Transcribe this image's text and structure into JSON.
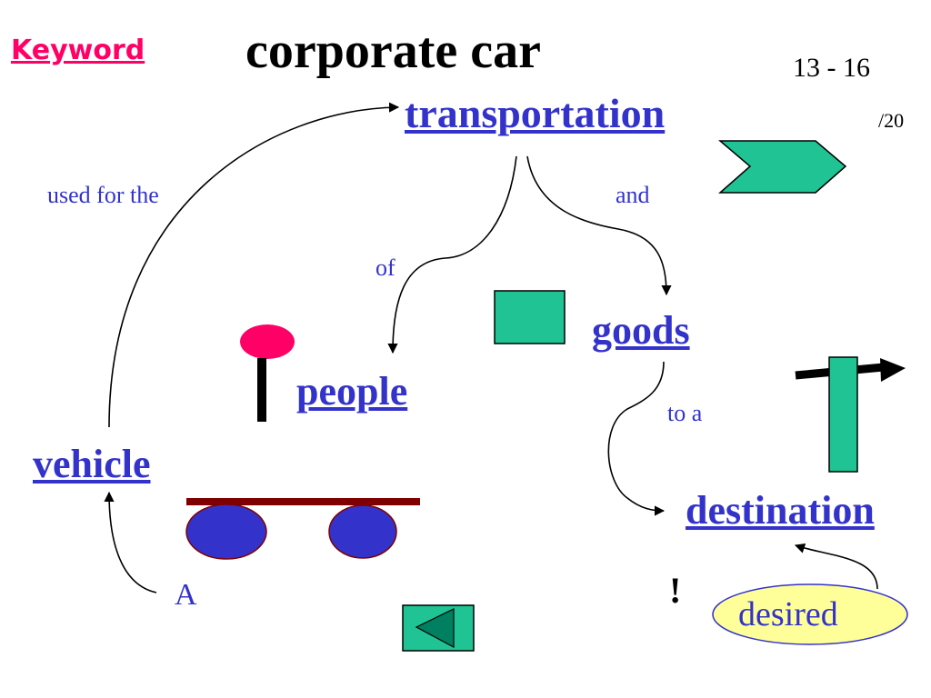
{
  "header": {
    "keyword": "Keyword",
    "title": "corporate car",
    "page_number": "13 - 16",
    "page_total": "/20"
  },
  "nodes": {
    "transportation": "transportation",
    "goods": "goods",
    "people": "people",
    "vehicle": "vehicle",
    "destination": "destination"
  },
  "edge_labels": {
    "used_for_the": "used for the",
    "and": "and",
    "of": "of",
    "to_a": "to a",
    "a": "A"
  },
  "extras": {
    "exclamation": "!",
    "desired": "desired"
  },
  "icons": {
    "next": "chevron-right-icon",
    "back": "triangle-left-icon"
  },
  "colors": {
    "keyword": "#ff0066",
    "link": "#3333cc",
    "teal": "#1fc394",
    "wheel": "#3333cc",
    "bar": "#7f0000",
    "pin_head": "#ff0066",
    "desired_fill": "#ffff99"
  }
}
